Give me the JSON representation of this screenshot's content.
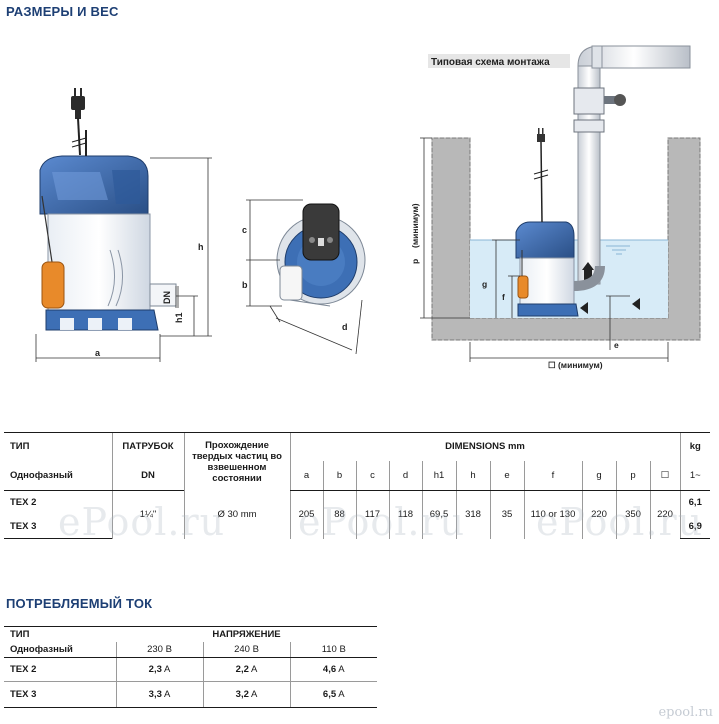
{
  "sections": {
    "dimensions_title": "РАЗМЕРЫ И ВЕС",
    "current_title": "ПОТРЕБЛЯЕМЫЙ ТОК"
  },
  "drawing": {
    "install_caption": "Типовая схема монтажа",
    "labels": {
      "a": "a",
      "b": "b",
      "c": "c",
      "d": "d",
      "h": "h",
      "h1": "h1",
      "dn": "DN",
      "p": "p",
      "g": "g",
      "f": "f",
      "e": "e",
      "p_min": "(минимум)",
      "square_min": "☐ (минимум)"
    },
    "colors": {
      "pump_blue": "#3d6fb5",
      "pump_dark": "#2a4f86",
      "float_orange": "#e88a2a",
      "water": "#d7ebf7",
      "concrete": "#b8b8b8"
    }
  },
  "dims_table": {
    "header": {
      "type": "ТИП",
      "port": "ПАТРУБОК",
      "passage": "Прохождение твердых частиц во взвешенном состоянии",
      "dimensions": "DIMENSIONS mm",
      "weight": "kg",
      "single_phase": "Однофазный",
      "dn": "DN",
      "phase": "1~",
      "cols": [
        "a",
        "b",
        "c",
        "d",
        "h1",
        "h",
        "e",
        "f",
        "g",
        "p",
        "☐"
      ]
    },
    "rows": [
      {
        "model": "TEX 2",
        "weight": "6,1"
      },
      {
        "model": "TEX 3",
        "weight": "6,9"
      }
    ],
    "shared": {
      "port": "1¼\"",
      "passage": "Ø 30 mm",
      "values": [
        "205",
        "88",
        "117",
        "118",
        "69,5",
        "318",
        "35",
        "110 or 130",
        "220",
        "350",
        "220"
      ]
    }
  },
  "current_table": {
    "header": {
      "type": "ТИП",
      "voltage": "НАПРЯЖЕНИЕ",
      "single_phase": "Однофазный",
      "volts": [
        "230 В",
        "240 В",
        "110 В"
      ]
    },
    "rows": [
      {
        "model": "TEX 2",
        "values": [
          "2,3",
          "2,2",
          "4,6"
        ]
      },
      {
        "model": "TEX 3",
        "values": [
          "3,3",
          "3,2",
          "6,5"
        ]
      }
    ],
    "unit": "A"
  },
  "watermark": {
    "text": "ePool.ru",
    "corner": "epool.ru"
  }
}
